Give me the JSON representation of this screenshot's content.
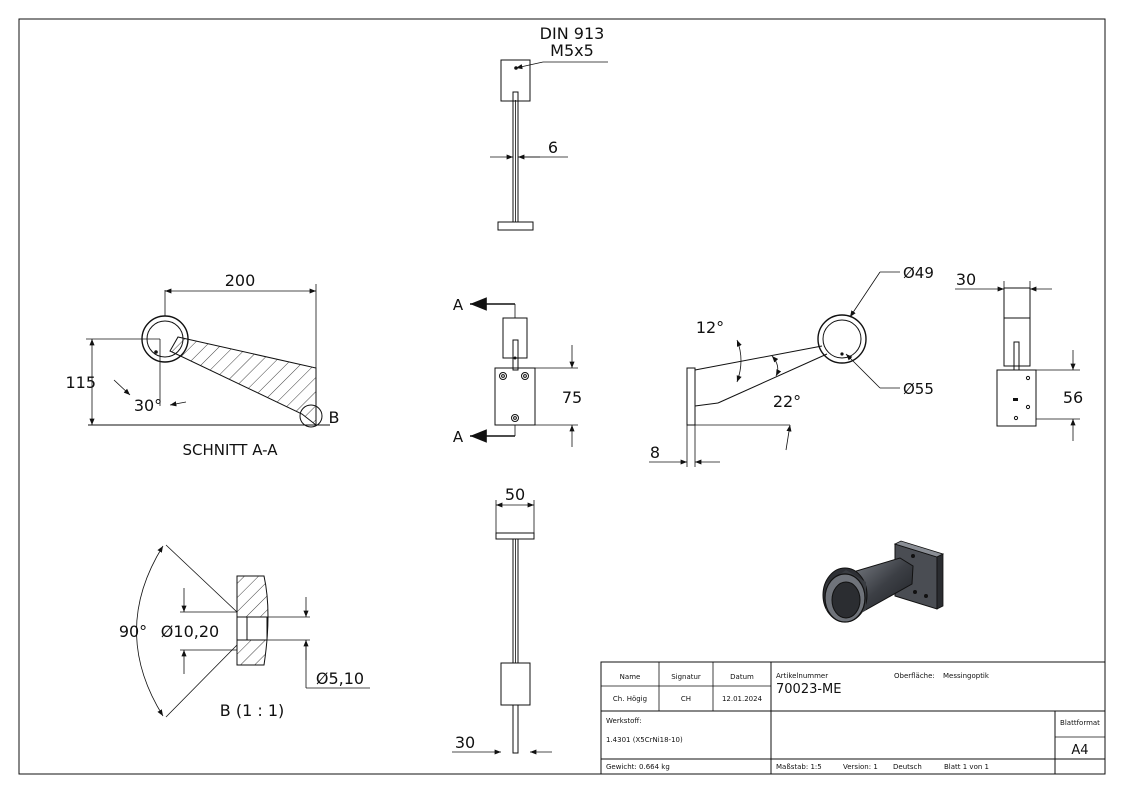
{
  "top_view": {
    "callout_line1": "DIN 913",
    "callout_line2": "M5x5",
    "dim_thickness": "6"
  },
  "section_view": {
    "dim_length": "200",
    "dim_height": "115",
    "dim_angle": "30°",
    "detail_marker": "B",
    "caption": "SCHNITT A-A"
  },
  "front_view": {
    "section_label_top": "A",
    "section_label_bottom": "A",
    "dim_height": "75"
  },
  "side_view": {
    "dim_outer_dia": "Ø49",
    "dim_inner_dia": "Ø55",
    "dim_angle_small": "12°",
    "dim_angle_large": "22°",
    "dim_plate": "8"
  },
  "right_view": {
    "dim_width": "30",
    "dim_height": "56"
  },
  "bottom_view": {
    "dim_width": "50",
    "dim_thickness": "30"
  },
  "detail_view": {
    "dim_angle": "90°",
    "dim_outer_dia": "Ø10,20",
    "dim_inner_dia": "Ø5,10",
    "caption": "B (1 : 1)"
  },
  "title_block": {
    "col_name": "Name",
    "col_signatur": "Signatur",
    "col_datum": "Datum",
    "name_value": "Ch. Högig",
    "signatur_value": "CH",
    "datum_value": "12.01.2024",
    "artikel_label": "Artikelnummer",
    "artikel_value": "70023-ME",
    "oberflaeche_label": "Oberfläche:",
    "oberflaeche_value": "Messingoptik",
    "werkstoff_label": "Werkstoff:",
    "werkstoff_value": "1.4301 (X5CrNi18-10)",
    "blattformat_label": "Blattformat",
    "blattformat_value": "A4",
    "gewicht": "Gewicht: 0.664 kg",
    "massstab": "Maßstab: 1:5",
    "version": "Version: 1",
    "sprache": "Deutsch",
    "blatt": "Blatt 1 von 1"
  }
}
